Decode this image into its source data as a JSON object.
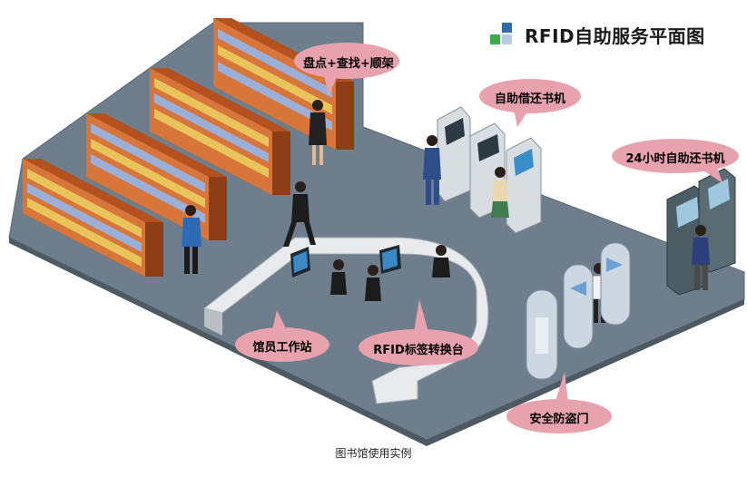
{
  "title": "RFID自助服务平面图",
  "caption": "图书馆使用实例",
  "callouts": {
    "shelves": "盘点+查找+顺架",
    "self_checkout": "自助借还书机",
    "return_24h": "24小时自助还书机",
    "staff_station": "馆员工作站",
    "rfid_tag_station": "RFID标签转换台",
    "security_gate": "安全防盗门"
  },
  "colors": {
    "floor": "#6e7e8c",
    "shelf_wood": "#c8602a",
    "callout_fill": "#e7a2ae",
    "logo_blue": "#2f6bb3",
    "logo_green": "#3ea94b",
    "gate_blue": "#6b9fd6"
  }
}
